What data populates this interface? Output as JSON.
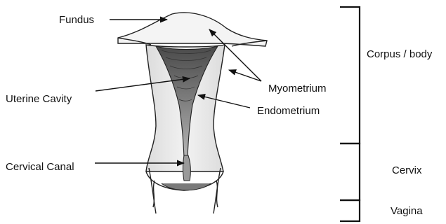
{
  "labels": {
    "fundus": "Fundus",
    "uterine_cavity": "Uterine Cavity",
    "cervical_canal": "Cervical Canal",
    "myometrium": "Myometrium",
    "endometrium": "Endometrium",
    "corpus": "Corpus / body",
    "cervix": "Cervix",
    "vagina": "Vagina"
  }
}
